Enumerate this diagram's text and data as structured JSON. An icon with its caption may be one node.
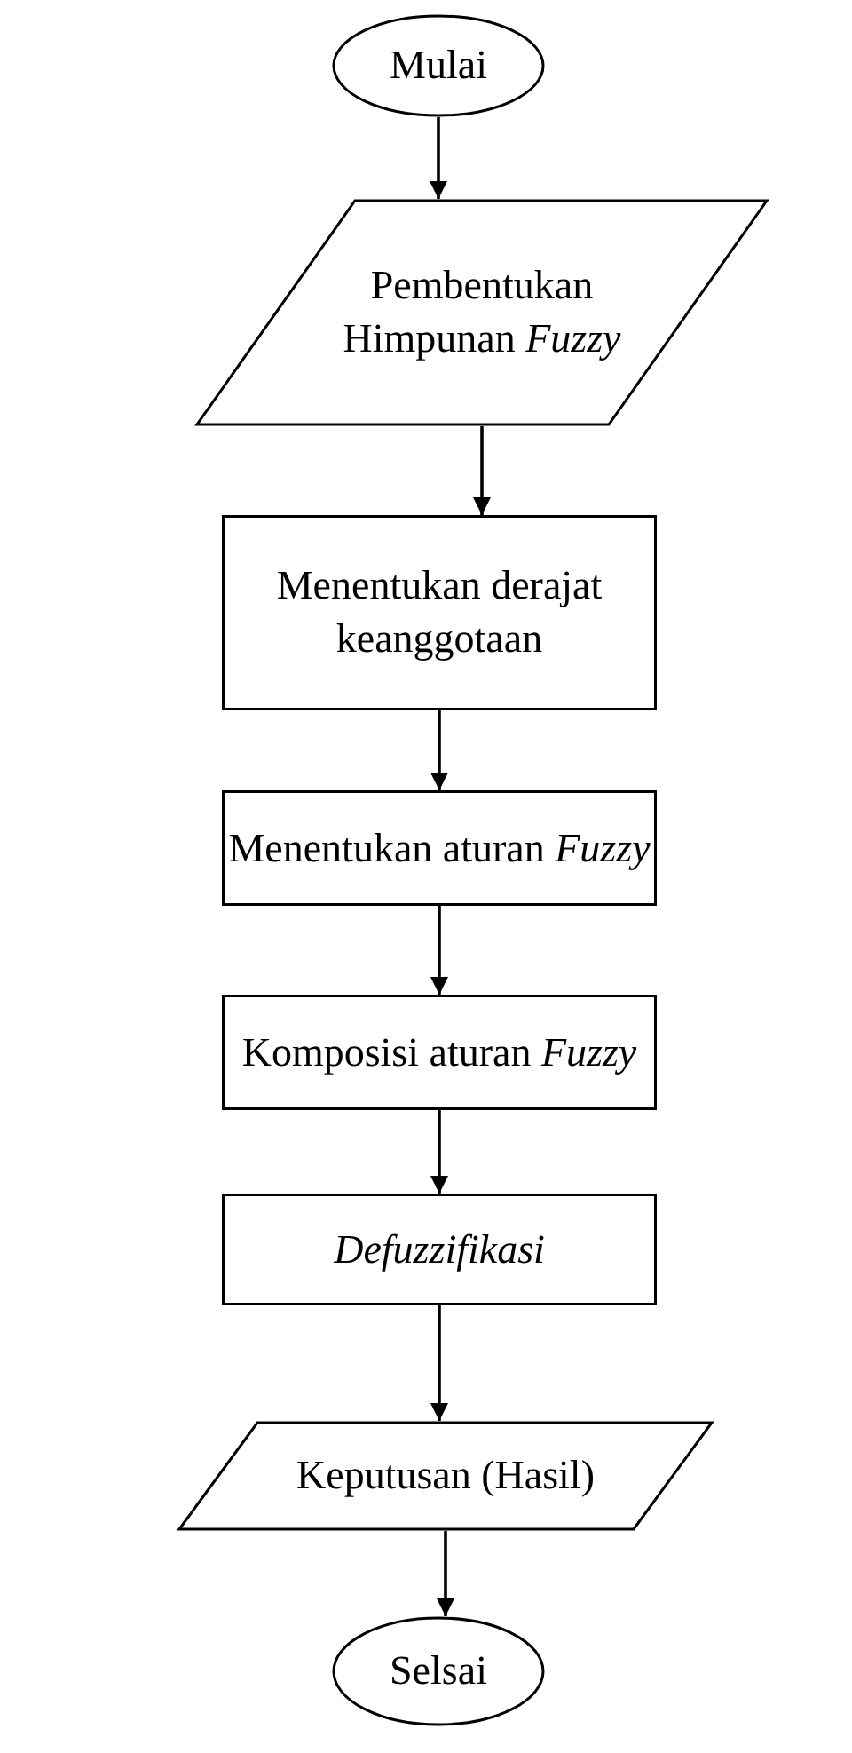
{
  "diagram": {
    "nodes": [
      {
        "text": [
          "Mulai"
        ]
      },
      {
        "text": [
          "Pembentukan Himpunan *Fuzzy*"
        ]
      },
      {
        "text": [
          "Menentukan derajat keanggotaan"
        ]
      },
      {
        "text": [
          "Menentukan aturan *Fuzzy*"
        ]
      },
      {
        "text": [
          "Komposisi aturan *Fuzzy*"
        ]
      },
      {
        "text": [
          "Defuzzifikasi"
        ]
      },
      {
        "text": [
          "Keputusan (Hasil)"
        ]
      },
      {
        "text": [
          "Selsai"
        ]
      }
    ],
    "edges": [
      {
        "from": 0,
        "to": 1,
        "arrow": "to"
      },
      {
        "from": 1,
        "to": 2,
        "arrow": "to"
      },
      {
        "from": 2,
        "to": 3,
        "arrow": "to"
      },
      {
        "from": 3,
        "to": 4,
        "arrow": "to"
      },
      {
        "from": 4,
        "to": 5,
        "arrow": "to"
      },
      {
        "from": 5,
        "to": 6,
        "arrow": "to"
      },
      {
        "from": 6,
        "to": 7,
        "arrow": "to"
      }
    ]
  }
}
